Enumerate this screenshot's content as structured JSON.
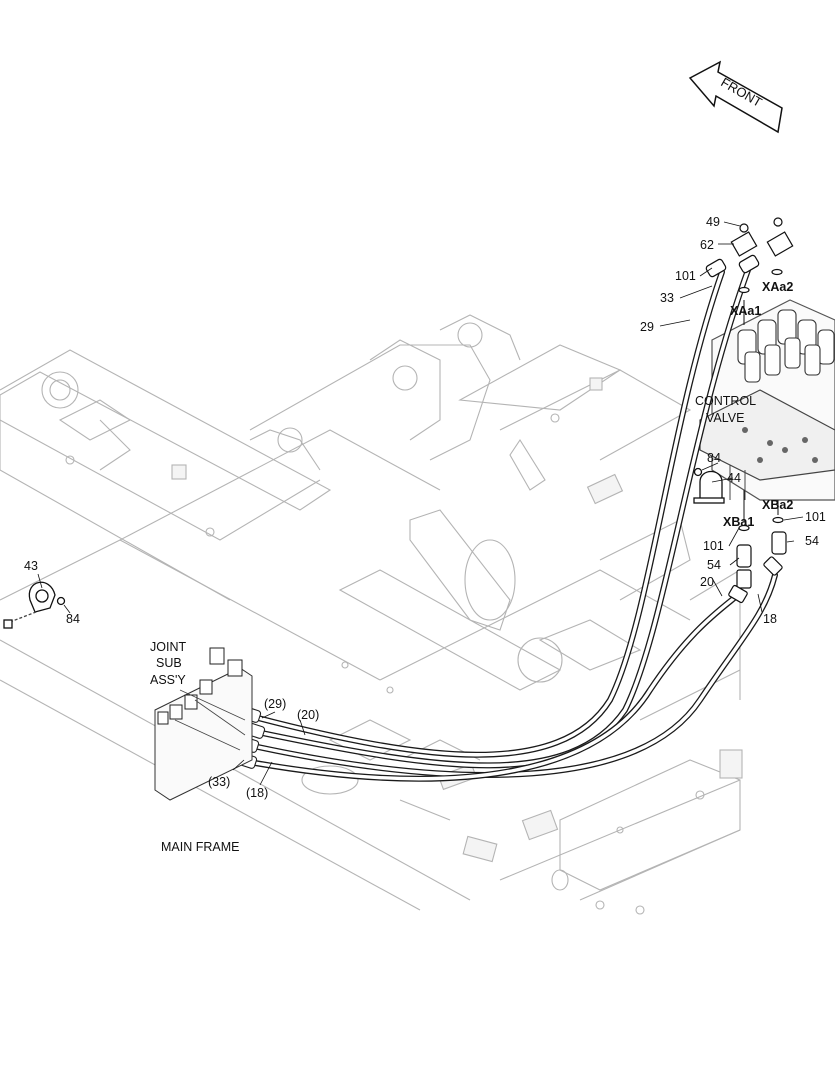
{
  "diagram": {
    "front_label": "FRONT",
    "labels": {
      "p49": "49",
      "p62": "62",
      "p101_top": "101",
      "p33": "33",
      "p29": "29",
      "xaa2": "XAa2",
      "xaa1": "XAa1",
      "control": "CONTROL",
      "valve": "VALVE",
      "p84_right": "84",
      "p44": "44",
      "xba1": "XBa1",
      "xba2": "XBa2",
      "p101_mid1": "101",
      "p101_mid2": "101",
      "p54_left": "54",
      "p54_right": "54",
      "p20": "20",
      "p18": "18",
      "p43": "43",
      "p84_left": "84",
      "joint1": "JOINT",
      "joint2": "SUB",
      "joint3": "ASS'Y",
      "p29_paren": "(29)",
      "p20_paren": "(20)",
      "p33_paren": "(33)",
      "p18_paren": "(18)",
      "main_frame": "MAIN FRAME"
    }
  }
}
